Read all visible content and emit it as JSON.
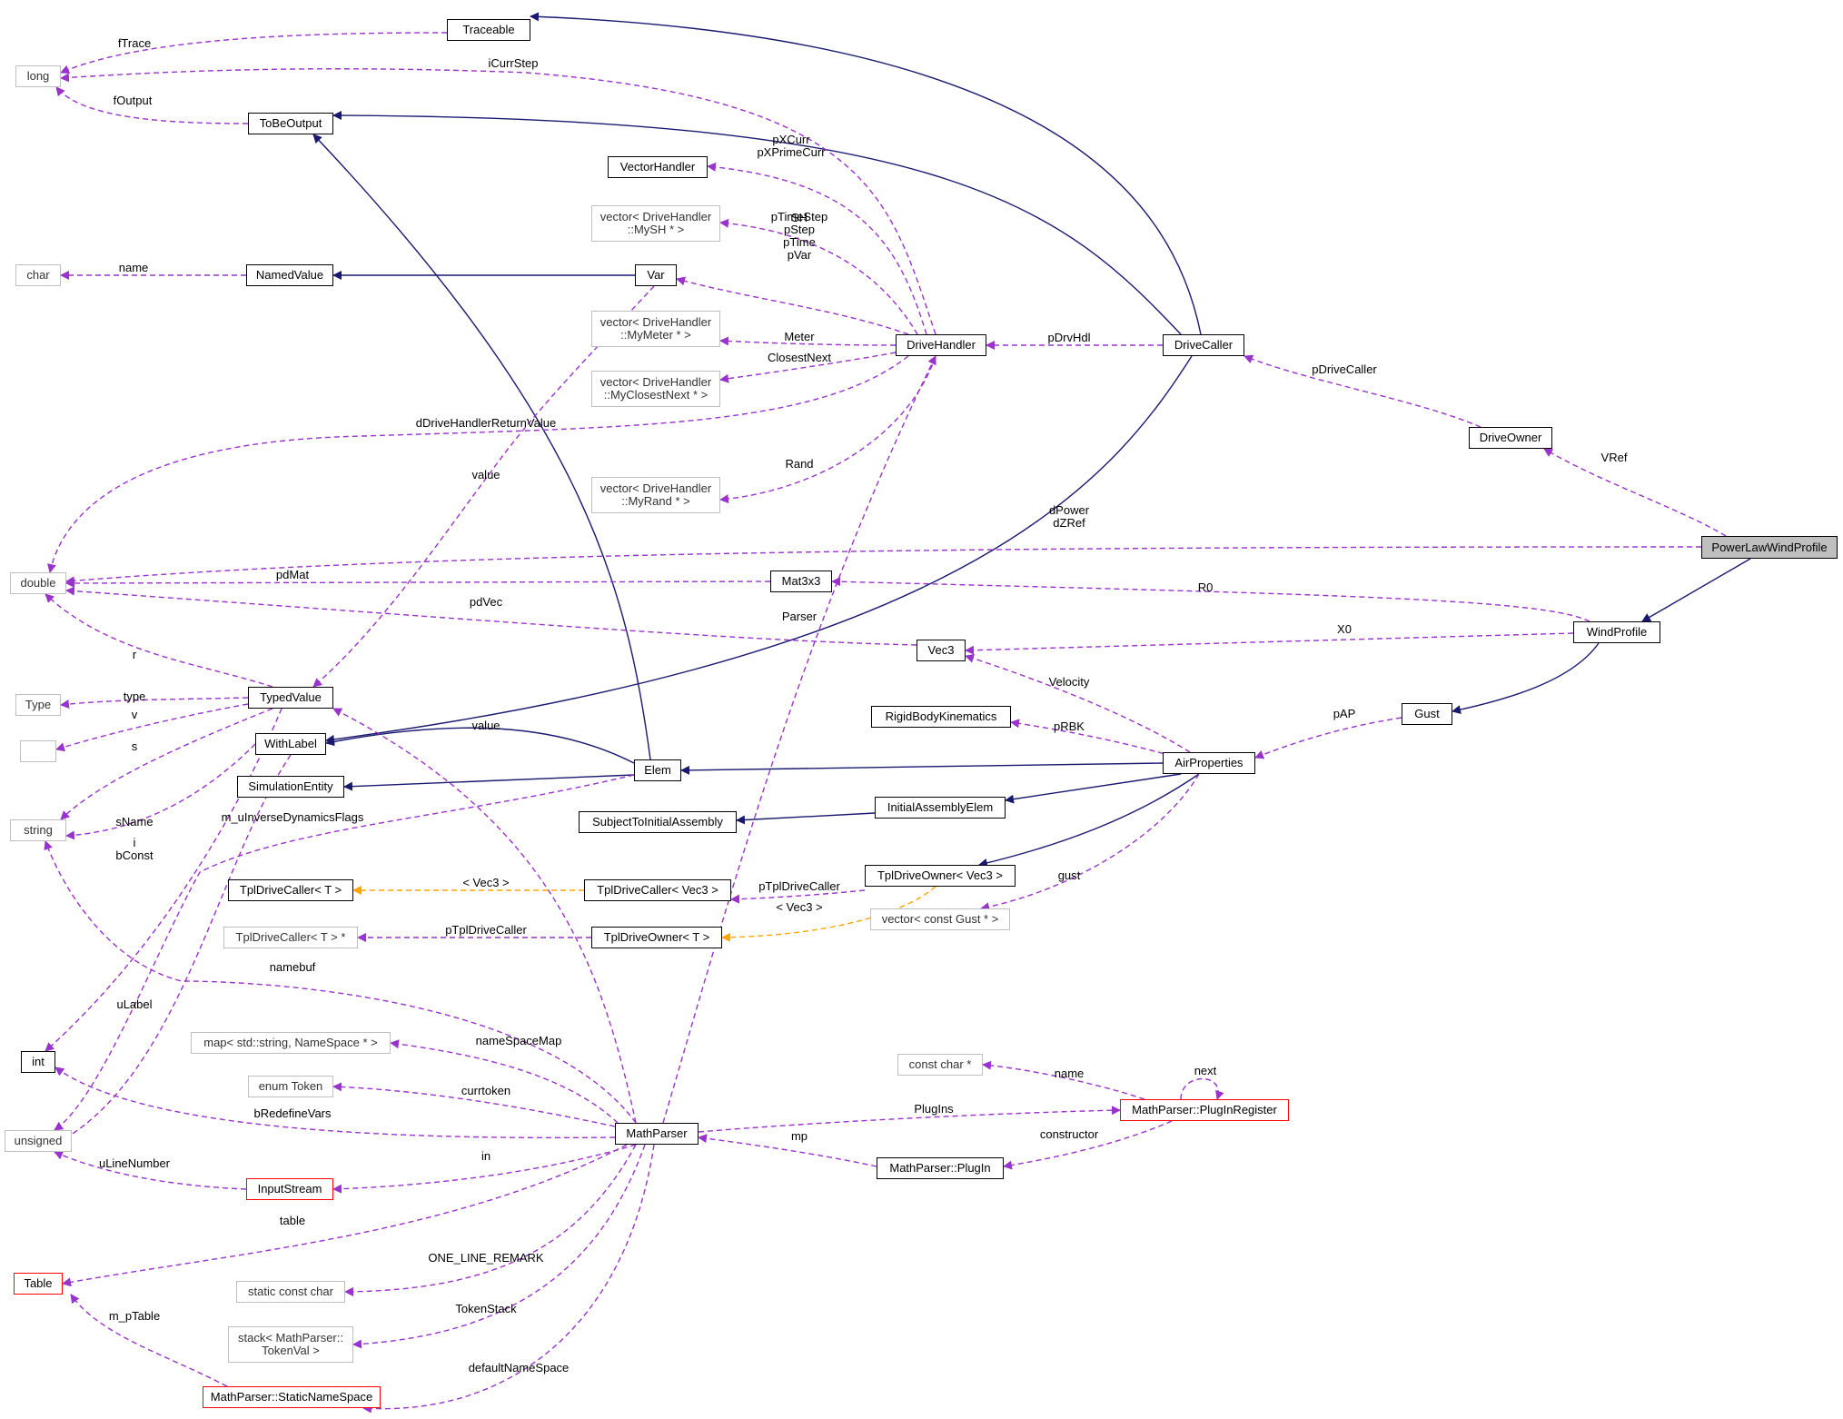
{
  "colors": {
    "inheritance": "#191970",
    "usage": "#9a32cd",
    "template": "#ffa500",
    "main_node_fill": "#bfbfbf",
    "external_border": "#bfbfbf",
    "incomplete_border": "#ff0000"
  },
  "nodes": {
    "traceable": "Traceable",
    "long": "long",
    "tobeoutput": "ToBeOutput",
    "vectorhandler": "VectorHandler",
    "vec_mysh": "vector< DriveHandler\n::MySH * >",
    "char": "char",
    "namedvalue": "NamedValue",
    "var": "Var",
    "vec_mymeter": "vector< DriveHandler\n::MyMeter * >",
    "drivehandler": "DriveHandler",
    "drivecaller": "DriveCaller",
    "vec_myclosestnext": "vector< DriveHandler\n::MyClosestNext * >",
    "driveowner": "DriveOwner",
    "vec_myrand": "vector< DriveHandler\n::MyRand * >",
    "powerlaw": "PowerLawWindProfile",
    "double": "double",
    "mat3x3": "Mat3x3",
    "windprofile": "WindProfile",
    "vec3": "Vec3",
    "type": "Type",
    "typedvalue": "TypedValue",
    "gust": "Gust",
    "anon": "",
    "withlabel": "WithLabel",
    "rigidbody": "RigidBodyKinematics",
    "airproperties": "AirProperties",
    "simulationentity": "SimulationEntity",
    "elem": "Elem",
    "string": "string",
    "initialassembly": "InitialAssemblyElem",
    "subjecttoinitial": "SubjectToInitialAssembly",
    "tpldriveowner_vec3": "TplDriveOwner< Vec3 >",
    "tpldrivecaller_t": "TplDriveCaller< T >",
    "tpldrivecaller_vec3": "TplDriveCaller< Vec3 >",
    "vec_gust": "vector< const Gust * >",
    "tpldrivecaller_tptr": "TplDriveCaller< T > *",
    "tpldriveowner_t": "TplDriveOwner< T >",
    "int": "int",
    "map_ns": "map< std::string, NameSpace * >",
    "constchar": "const char *",
    "enumtoken": "enum Token",
    "pluginregister": "MathParser::PlugInRegister",
    "unsigned": "unsigned",
    "mathparser": "MathParser",
    "plugin": "MathParser::PlugIn",
    "inputstream": "InputStream",
    "table": "Table",
    "staticconstchar": "static const char",
    "stack_tokenval": "stack< MathParser::\nTokenVal >",
    "staticnamespace": "MathParser::StaticNameSpace"
  },
  "edges": [
    {
      "id": "drivecaller-traceable",
      "from": "drivecaller",
      "to": "traceable",
      "kind": "inheritance",
      "label": ""
    },
    {
      "id": "drivecaller-tobeoutput",
      "from": "drivecaller",
      "to": "tobeoutput",
      "kind": "inheritance",
      "label": ""
    },
    {
      "id": "var-namedvalue",
      "from": "var",
      "to": "namedvalue",
      "kind": "inheritance",
      "label": ""
    },
    {
      "id": "elem-tobeoutput",
      "from": "elem",
      "to": "tobeoutput",
      "kind": "inheritance",
      "label": ""
    },
    {
      "id": "drivecaller-withlabel",
      "from": "drivecaller",
      "to": "withlabel",
      "kind": "inheritance",
      "label": ""
    },
    {
      "id": "powerlaw-windprofile",
      "from": "powerlaw",
      "to": "windprofile",
      "kind": "inheritance",
      "label": ""
    },
    {
      "id": "windprofile-gust",
      "from": "windprofile",
      "to": "gust",
      "kind": "inheritance",
      "label": ""
    },
    {
      "id": "elem-withlabel",
      "from": "elem",
      "to": "withlabel",
      "kind": "inheritance",
      "label": ""
    },
    {
      "id": "elem-simulationentity",
      "from": "elem",
      "to": "simulationentity",
      "kind": "inheritance",
      "label": ""
    },
    {
      "id": "airproperties-elem",
      "from": "airproperties",
      "to": "elem",
      "kind": "inheritance",
      "label": ""
    },
    {
      "id": "airproperties-initialassembly",
      "from": "airproperties",
      "to": "initialassembly",
      "kind": "inheritance",
      "label": ""
    },
    {
      "id": "initialassembly-subjecttoinitial",
      "from": "initialassembly",
      "to": "subjecttoinitial",
      "kind": "inheritance",
      "label": ""
    },
    {
      "id": "airproperties-tpldriveowner",
      "from": "airproperties",
      "to": "tpldriveowner_vec3",
      "kind": "inheritance",
      "label": ""
    },
    {
      "id": "traceable-long",
      "from": "traceable",
      "to": "long",
      "kind": "usage",
      "label": "fTrace"
    },
    {
      "id": "drivehandler-long",
      "from": "drivehandler",
      "to": "long",
      "kind": "usage",
      "label": "iCurrStep"
    },
    {
      "id": "tobeoutput-long",
      "from": "tobeoutput",
      "to": "long",
      "kind": "usage",
      "label": "fOutput"
    },
    {
      "id": "drivehandler-vectorhandler",
      "from": "drivehandler",
      "to": "vectorhandler",
      "kind": "usage",
      "label": "pXCurr\npXPrimeCurr"
    },
    {
      "id": "drivehandler-mysh",
      "from": "drivehandler",
      "to": "vec_mysh",
      "kind": "usage",
      "label": "SH"
    },
    {
      "id": "namedvalue-char",
      "from": "namedvalue",
      "to": "char",
      "kind": "usage",
      "label": "name"
    },
    {
      "id": "drivehandler-var",
      "from": "drivehandler",
      "to": "var",
      "kind": "usage",
      "label": "pTimeStep\npStep\npTime\npVar"
    },
    {
      "id": "drivehandler-mymeter",
      "from": "drivehandler",
      "to": "vec_mymeter",
      "kind": "usage",
      "label": "Meter"
    },
    {
      "id": "drivecaller-drivehandler",
      "from": "drivecaller",
      "to": "drivehandler",
      "kind": "usage",
      "label": "pDrvHdl"
    },
    {
      "id": "drivehandler-myclosestnext",
      "from": "drivehandler",
      "to": "vec_myclosestnext",
      "kind": "usage",
      "label": "ClosestNext"
    },
    {
      "id": "driveowner-drivecaller",
      "from": "driveowner",
      "to": "drivecaller",
      "kind": "usage",
      "label": "pDriveCaller"
    },
    {
      "id": "drivehandler-double",
      "from": "drivehandler",
      "to": "double",
      "kind": "usage",
      "label": "dDriveHandlerReturnValue"
    },
    {
      "id": "var-typedvalue",
      "from": "var",
      "to": "typedvalue",
      "kind": "usage",
      "label": "value"
    },
    {
      "id": "drivehandler-myrand",
      "from": "drivehandler",
      "to": "vec_myrand",
      "kind": "usage",
      "label": "Rand"
    },
    {
      "id": "powerlaw-driveowner",
      "from": "powerlaw",
      "to": "driveowner",
      "kind": "usage",
      "label": "VRef"
    },
    {
      "id": "powerlaw-double",
      "from": "powerlaw",
      "to": "double",
      "kind": "usage",
      "label": "dPower\ndZRef"
    },
    {
      "id": "mat3x3-double",
      "from": "mat3x3",
      "to": "double",
      "kind": "usage",
      "label": "pdMat"
    },
    {
      "id": "windprofile-mat3x3",
      "from": "windprofile",
      "to": "mat3x3",
      "kind": "usage",
      "label": "R0"
    },
    {
      "id": "vec3-double",
      "from": "vec3",
      "to": "double",
      "kind": "usage",
      "label": "pdVec"
    },
    {
      "id": "mathparser-drivehandler",
      "from": "mathparser",
      "to": "drivehandler",
      "kind": "usage",
      "label": "Parser"
    },
    {
      "id": "windprofile-vec3",
      "from": "windprofile",
      "to": "vec3",
      "kind": "usage",
      "label": "X0"
    },
    {
      "id": "typedvalue-double",
      "from": "typedvalue",
      "to": "double",
      "kind": "usage",
      "label": "r"
    },
    {
      "id": "airproperties-vec3",
      "from": "airproperties",
      "to": "vec3",
      "kind": "usage",
      "label": "Velocity"
    },
    {
      "id": "typedvalue-type",
      "from": "typedvalue",
      "to": "type",
      "kind": "usage",
      "label": "type"
    },
    {
      "id": "typedvalue-anon",
      "from": "typedvalue",
      "to": "anon",
      "kind": "usage",
      "label": "v"
    },
    {
      "id": "gust-airproperties",
      "from": "gust",
      "to": "airproperties",
      "kind": "usage",
      "label": "pAP"
    },
    {
      "id": "airproperties-rigidbody",
      "from": "airproperties",
      "to": "rigidbody",
      "kind": "usage",
      "label": "pRBK"
    },
    {
      "id": "mathparser-typedvalue",
      "from": "mathparser",
      "to": "typedvalue",
      "kind": "usage",
      "label": "value"
    },
    {
      "id": "typedvalue-string",
      "from": "typedvalue",
      "to": "string",
      "kind": "usage",
      "label": "s"
    },
    {
      "id": "withlabel-string",
      "from": "withlabel",
      "to": "string",
      "kind": "usage",
      "label": "sName"
    },
    {
      "id": "elem-unsigned",
      "from": "elem",
      "to": "unsigned",
      "kind": "usage",
      "label": "m_uInverseDynamicsFlags"
    },
    {
      "id": "typedvalue-int",
      "from": "typedvalue",
      "to": "int",
      "kind": "usage",
      "label": "i\nbConst"
    },
    {
      "id": "tpldrivecaller_vec3-t",
      "from": "tpldrivecaller_vec3",
      "to": "tpldrivecaller_t",
      "kind": "template",
      "label": "< Vec3 >"
    },
    {
      "id": "tpldriveowner-tpldrivecaller",
      "from": "tpldriveowner_vec3",
      "to": "tpldrivecaller_vec3",
      "kind": "usage",
      "label": "pTplDriveCaller"
    },
    {
      "id": "airproperties-vecgust",
      "from": "airproperties",
      "to": "vec_gust",
      "kind": "usage",
      "label": "gust"
    },
    {
      "id": "tpldriveowner_t-tpldrivecaller",
      "from": "tpldriveowner_t",
      "to": "tpldrivecaller_tptr",
      "kind": "usage",
      "label": "pTplDriveCaller"
    },
    {
      "id": "tpldriveowner_vec3-t",
      "from": "tpldriveowner_vec3",
      "to": "tpldriveowner_t",
      "kind": "template",
      "label": "< Vec3 >"
    },
    {
      "id": "mathparser-string",
      "from": "mathparser",
      "to": "string",
      "kind": "usage",
      "label": "namebuf"
    },
    {
      "id": "withlabel-unsigned",
      "from": "withlabel",
      "to": "unsigned",
      "kind": "usage",
      "label": "uLabel"
    },
    {
      "id": "mathparser-map",
      "from": "mathparser",
      "to": "map_ns",
      "kind": "usage",
      "label": "nameSpaceMap"
    },
    {
      "id": "pluginregister-constchar",
      "from": "pluginregister",
      "to": "constchar",
      "kind": "usage",
      "label": "name"
    },
    {
      "id": "pluginregister-self",
      "from": "pluginregister",
      "to": "pluginregister",
      "kind": "usage",
      "label": "next"
    },
    {
      "id": "mathparser-enumtoken",
      "from": "mathparser",
      "to": "enumtoken",
      "kind": "usage",
      "label": "currtoken"
    },
    {
      "id": "mathparser-pluginregister",
      "from": "mathparser",
      "to": "pluginregister",
      "kind": "usage",
      "label": "PlugIns"
    },
    {
      "id": "mathparser-int",
      "from": "mathparser",
      "to": "int",
      "kind": "usage",
      "label": "bRedefineVars"
    },
    {
      "id": "plugin-mathparser",
      "from": "plugin",
      "to": "mathparser",
      "kind": "usage",
      "label": "mp"
    },
    {
      "id": "pluginregister-plugin",
      "from": "pluginregister",
      "to": "plugin",
      "kind": "usage",
      "label": "constructor"
    },
    {
      "id": "inputstream-unsigned",
      "from": "inputstream",
      "to": "unsigned",
      "kind": "usage",
      "label": "uLineNumber"
    },
    {
      "id": "mathparser-inputstream",
      "from": "mathparser",
      "to": "inputstream",
      "kind": "usage",
      "label": "in"
    },
    {
      "id": "mathparser-table",
      "from": "mathparser",
      "to": "table",
      "kind": "usage",
      "label": "table"
    },
    {
      "id": "mathparser-staticconstchar",
      "from": "mathparser",
      "to": "staticconstchar",
      "kind": "usage",
      "label": "ONE_LINE_REMARK"
    },
    {
      "id": "mathparser-stack",
      "from": "mathparser",
      "to": "stack_tokenval",
      "kind": "usage",
      "label": "TokenStack"
    },
    {
      "id": "staticnamespace-table",
      "from": "staticnamespace",
      "to": "table",
      "kind": "usage",
      "label": "m_pTable"
    },
    {
      "id": "mathparser-staticnamespace",
      "from": "mathparser",
      "to": "staticnamespace",
      "kind": "usage",
      "label": "defaultNameSpace"
    }
  ]
}
